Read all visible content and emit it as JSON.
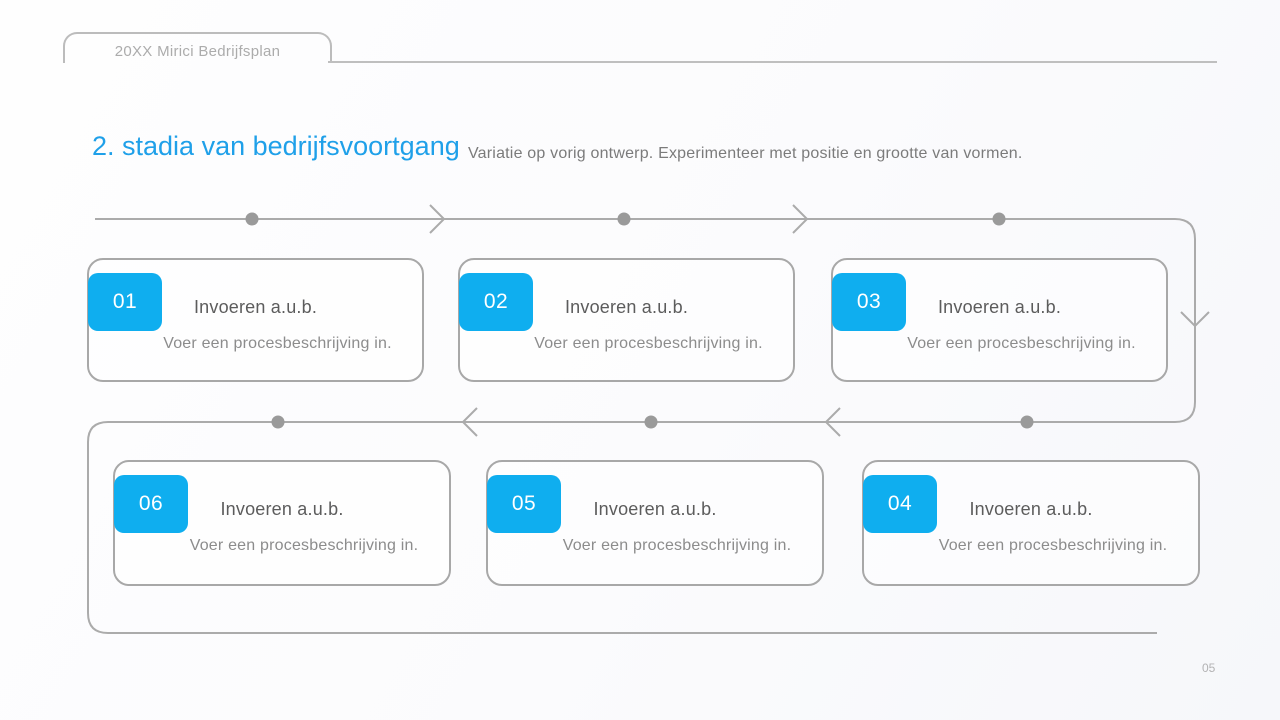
{
  "slide": {
    "tab_label": "20XX Mirici Bedrijfsplan",
    "title": "2. stadia van bedrijfsvoortgang",
    "subtitle": "Variatie op vorig ontwerp. Experimenteer met positie en grootte van vormen.",
    "page_number": "05"
  },
  "colors": {
    "accent_blue_badge": "#0faeef",
    "title_blue": "#1fa0e9",
    "flow_line_gray": "#ababab",
    "flow_dot_gray": "#9a9a9a",
    "card_border_gray": "#a8a8a8"
  },
  "process_steps": [
    {
      "number": "01",
      "title": "Invoeren a.u.b.",
      "description": "Voer een procesbeschrijving in."
    },
    {
      "number": "02",
      "title": "Invoeren a.u.b.",
      "description": "Voer een procesbeschrijving in."
    },
    {
      "number": "03",
      "title": "Invoeren a.u.b.",
      "description": "Voer een procesbeschrijving in."
    },
    {
      "number": "04",
      "title": "Invoeren a.u.b.",
      "description": "Voer een procesbeschrijving in."
    },
    {
      "number": "05",
      "title": "Invoeren a.u.b.",
      "description": "Voer een procesbeschrijving in."
    },
    {
      "number": "06",
      "title": "Invoeren a.u.b.",
      "description": "Voer een procesbeschrijving in."
    }
  ]
}
